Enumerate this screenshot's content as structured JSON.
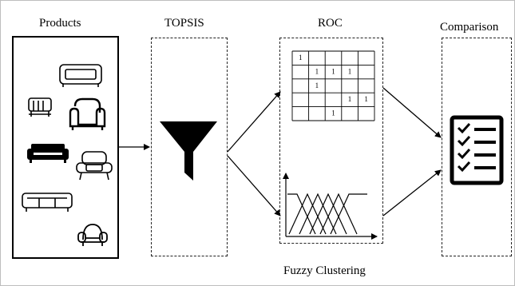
{
  "diagram": {
    "stages": [
      {
        "id": "products",
        "label": "Products"
      },
      {
        "id": "topsis",
        "label": "TOPSIS"
      },
      {
        "id": "roc",
        "label": "ROC"
      },
      {
        "id": "comparison",
        "label": "Comparison"
      }
    ],
    "sub_label": "Fuzzy Clustering",
    "product_icons": [
      "sofa-icon",
      "loveseat-icon",
      "armchair-icon",
      "black-sofa-icon",
      "modern-chair-icon",
      "long-sofa-icon",
      "round-chair-icon"
    ],
    "funnel_icon": "funnel-icon",
    "checklist_icon": "checklist-icon",
    "roc_matrix": {
      "cells": [
        {
          "row": 0,
          "col": 0,
          "text": "1"
        },
        {
          "row": 1,
          "col": 1,
          "text": "1"
        },
        {
          "row": 1,
          "col": 2,
          "text": "1"
        },
        {
          "row": 1,
          "col": 3,
          "text": "1"
        },
        {
          "row": 2,
          "col": 1,
          "text": "1"
        },
        {
          "row": 3,
          "col": 3,
          "text": "1"
        },
        {
          "row": 3,
          "col": 4,
          "text": "1"
        },
        {
          "row": 4,
          "col": 2,
          "text": "1"
        }
      ]
    },
    "edge_color": "#000000",
    "box_color": "#222222"
  }
}
